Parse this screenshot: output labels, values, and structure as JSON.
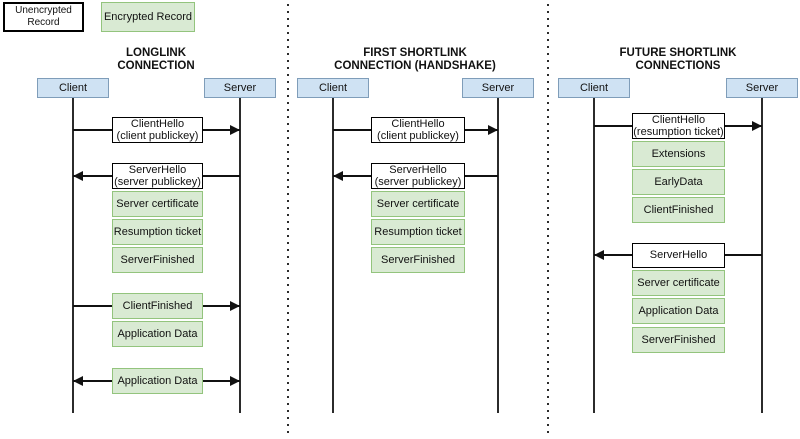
{
  "legend": {
    "unencrypted": {
      "line1": "Unencrypted",
      "line2": "Record"
    },
    "encrypted": {
      "label": "Encrypted Record"
    }
  },
  "columns": [
    {
      "title": {
        "line1": "LONGLINK",
        "line2": "CONNECTION"
      },
      "client": "Client",
      "server": "Server",
      "messages": [
        {
          "label": "ClientHello",
          "sublabel": "(client publickey)",
          "type": "unencrypted",
          "direction": "right"
        },
        {
          "label": "ServerHello",
          "sublabel": "(server publickey)",
          "type": "unencrypted",
          "direction": "left"
        },
        {
          "label": "Server certificate",
          "type": "encrypted"
        },
        {
          "label": "Resumption ticket",
          "type": "encrypted"
        },
        {
          "label": "ServerFinished",
          "type": "encrypted"
        },
        {
          "label": "ClientFinished",
          "type": "encrypted",
          "direction": "right"
        },
        {
          "label": "Application Data",
          "type": "encrypted"
        },
        {
          "label": "Application Data",
          "type": "encrypted",
          "direction": "both"
        }
      ]
    },
    {
      "title": {
        "line1": "FIRST SHORTLINK",
        "line2": "CONNECTION (HANDSHAKE)"
      },
      "client": "Client",
      "server": "Server",
      "messages": [
        {
          "label": "ClientHello",
          "sublabel": "(client publickey)",
          "type": "unencrypted",
          "direction": "right"
        },
        {
          "label": "ServerHello",
          "sublabel": "(server publickey)",
          "type": "unencrypted",
          "direction": "left"
        },
        {
          "label": "Server certificate",
          "type": "encrypted"
        },
        {
          "label": "Resumption ticket",
          "type": "encrypted"
        },
        {
          "label": "ServerFinished",
          "type": "encrypted"
        }
      ]
    },
    {
      "title": {
        "line1": "FUTURE SHORTLINK",
        "line2": "CONNECTIONS"
      },
      "client": "Client",
      "server": "Server",
      "messages": [
        {
          "label": "ClientHello",
          "sublabel": "(resumption ticket)",
          "type": "unencrypted",
          "direction": "right"
        },
        {
          "label": "Extensions",
          "type": "encrypted"
        },
        {
          "label": "EarlyData",
          "type": "encrypted"
        },
        {
          "label": "ClientFinished",
          "type": "encrypted"
        },
        {
          "label": "ServerHello",
          "type": "unencrypted",
          "direction": "left"
        },
        {
          "label": "Server certificate",
          "type": "encrypted"
        },
        {
          "label": "Application Data",
          "type": "encrypted"
        },
        {
          "label": "ServerFinished",
          "type": "encrypted"
        }
      ]
    }
  ],
  "colors": {
    "encrypted_fill": "#d9ead3",
    "encrypted_border": "#93c47d",
    "unencrypted_fill": "#ffffff",
    "unencrypted_border": "#000000",
    "actor_fill": "#cfe2f3",
    "actor_border": "#7f9db9"
  }
}
